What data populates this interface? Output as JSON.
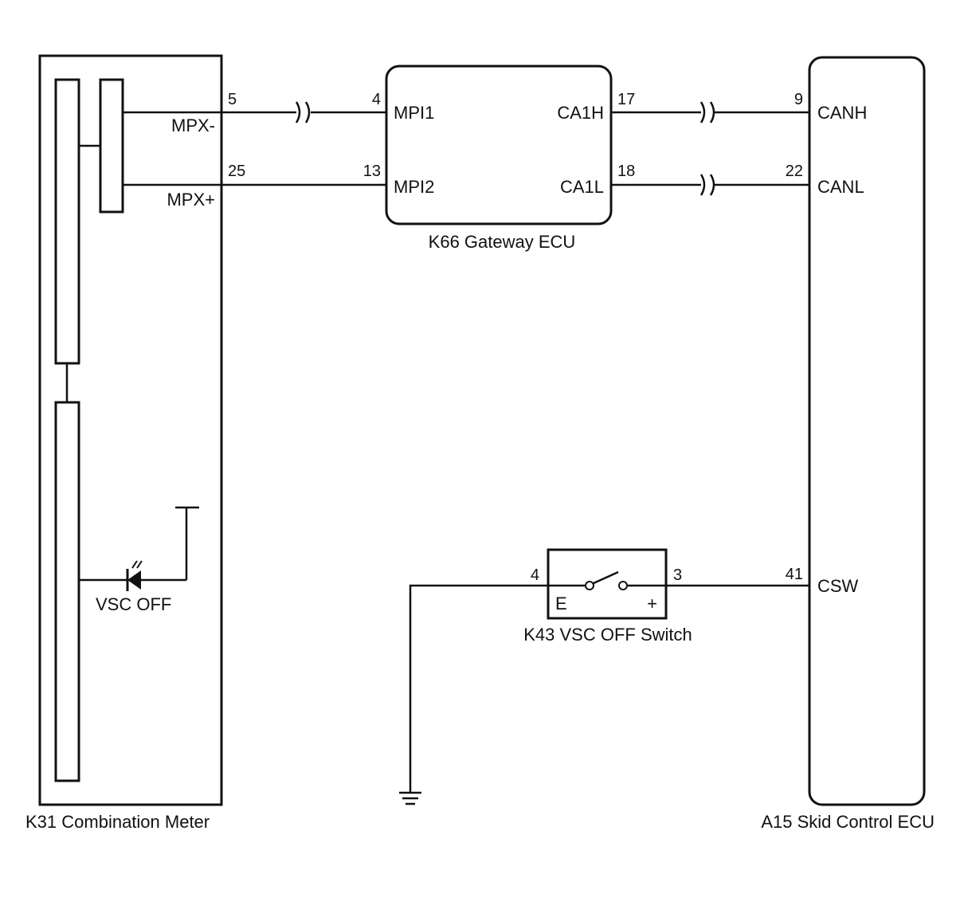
{
  "components": {
    "combination_meter": {
      "caption": "K31  Combination Meter",
      "terminal_mpx_minus": "MPX-",
      "terminal_mpx_plus": "MPX+",
      "indicator_label": "VSC OFF"
    },
    "gateway_ecu": {
      "caption": "K66  Gateway ECU",
      "terminal_mpi1": "MPI1",
      "terminal_mpi2": "MPI2",
      "terminal_ca1h": "CA1H",
      "terminal_ca1l": "CA1L"
    },
    "skid_control_ecu": {
      "caption": "A15  Skid Control ECU",
      "terminal_canh": "CANH",
      "terminal_canl": "CANL",
      "terminal_csw": "CSW"
    },
    "vsc_off_switch": {
      "caption": "K43  VSC OFF Switch",
      "terminal_e": "E",
      "terminal_plus": "+"
    }
  },
  "pins": {
    "meter_mpx_minus": "5",
    "meter_mpx_plus": "25",
    "gateway_mpi1": "4",
    "gateway_mpi2": "13",
    "gateway_ca1h": "17",
    "gateway_ca1l": "18",
    "ecu_canh": "9",
    "ecu_canl": "22",
    "ecu_csw": "41",
    "switch_e": "4",
    "switch_plus": "3"
  },
  "colors": {
    "line": "#111111",
    "background": "#ffffff"
  },
  "icons": [
    "break-mark-icon",
    "led-icon",
    "ground-icon",
    "switch-contact-icon",
    "power-source-icon"
  ]
}
